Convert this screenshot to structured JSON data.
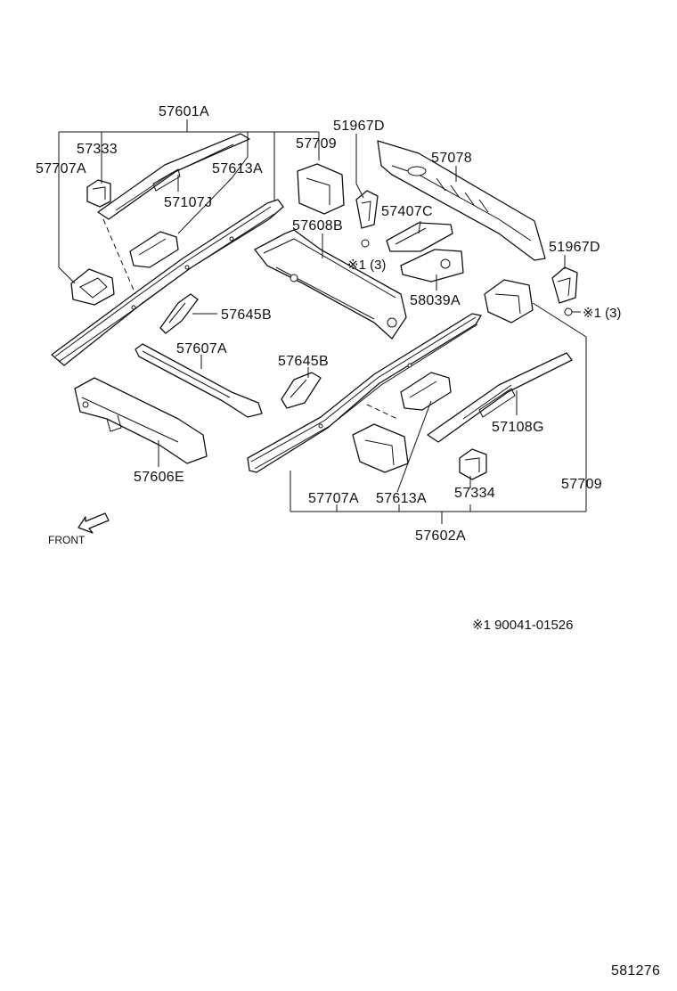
{
  "diagram": {
    "labels": {
      "p57601A": "57601A",
      "p57333": "57333",
      "p57707A_left": "57707A",
      "p57613A_left": "57613A",
      "p57107J": "57107J",
      "p57709_top": "57709",
      "p51967D_top": "51967D",
      "p57078": "57078",
      "p57608B": "57608B",
      "p57407C": "57407C",
      "p51967D_right": "51967D",
      "p58039A": "58039A",
      "p57645B_left": "57645B",
      "p57607A": "57607A",
      "p57645B_center": "57645B",
      "p57108G": "57108G",
      "p57606E": "57606E",
      "p57707A_bottom": "57707A",
      "p57613A_bottom": "57613A",
      "p57334": "57334",
      "p57709_bottom": "57709",
      "p57602A": "57602A"
    },
    "bolt_note_top": "※1 (3)",
    "bolt_note_right": "※1 (3)",
    "front_label": "FRONT",
    "footnote": "※1 90041-01526",
    "diagram_number": "581276"
  }
}
